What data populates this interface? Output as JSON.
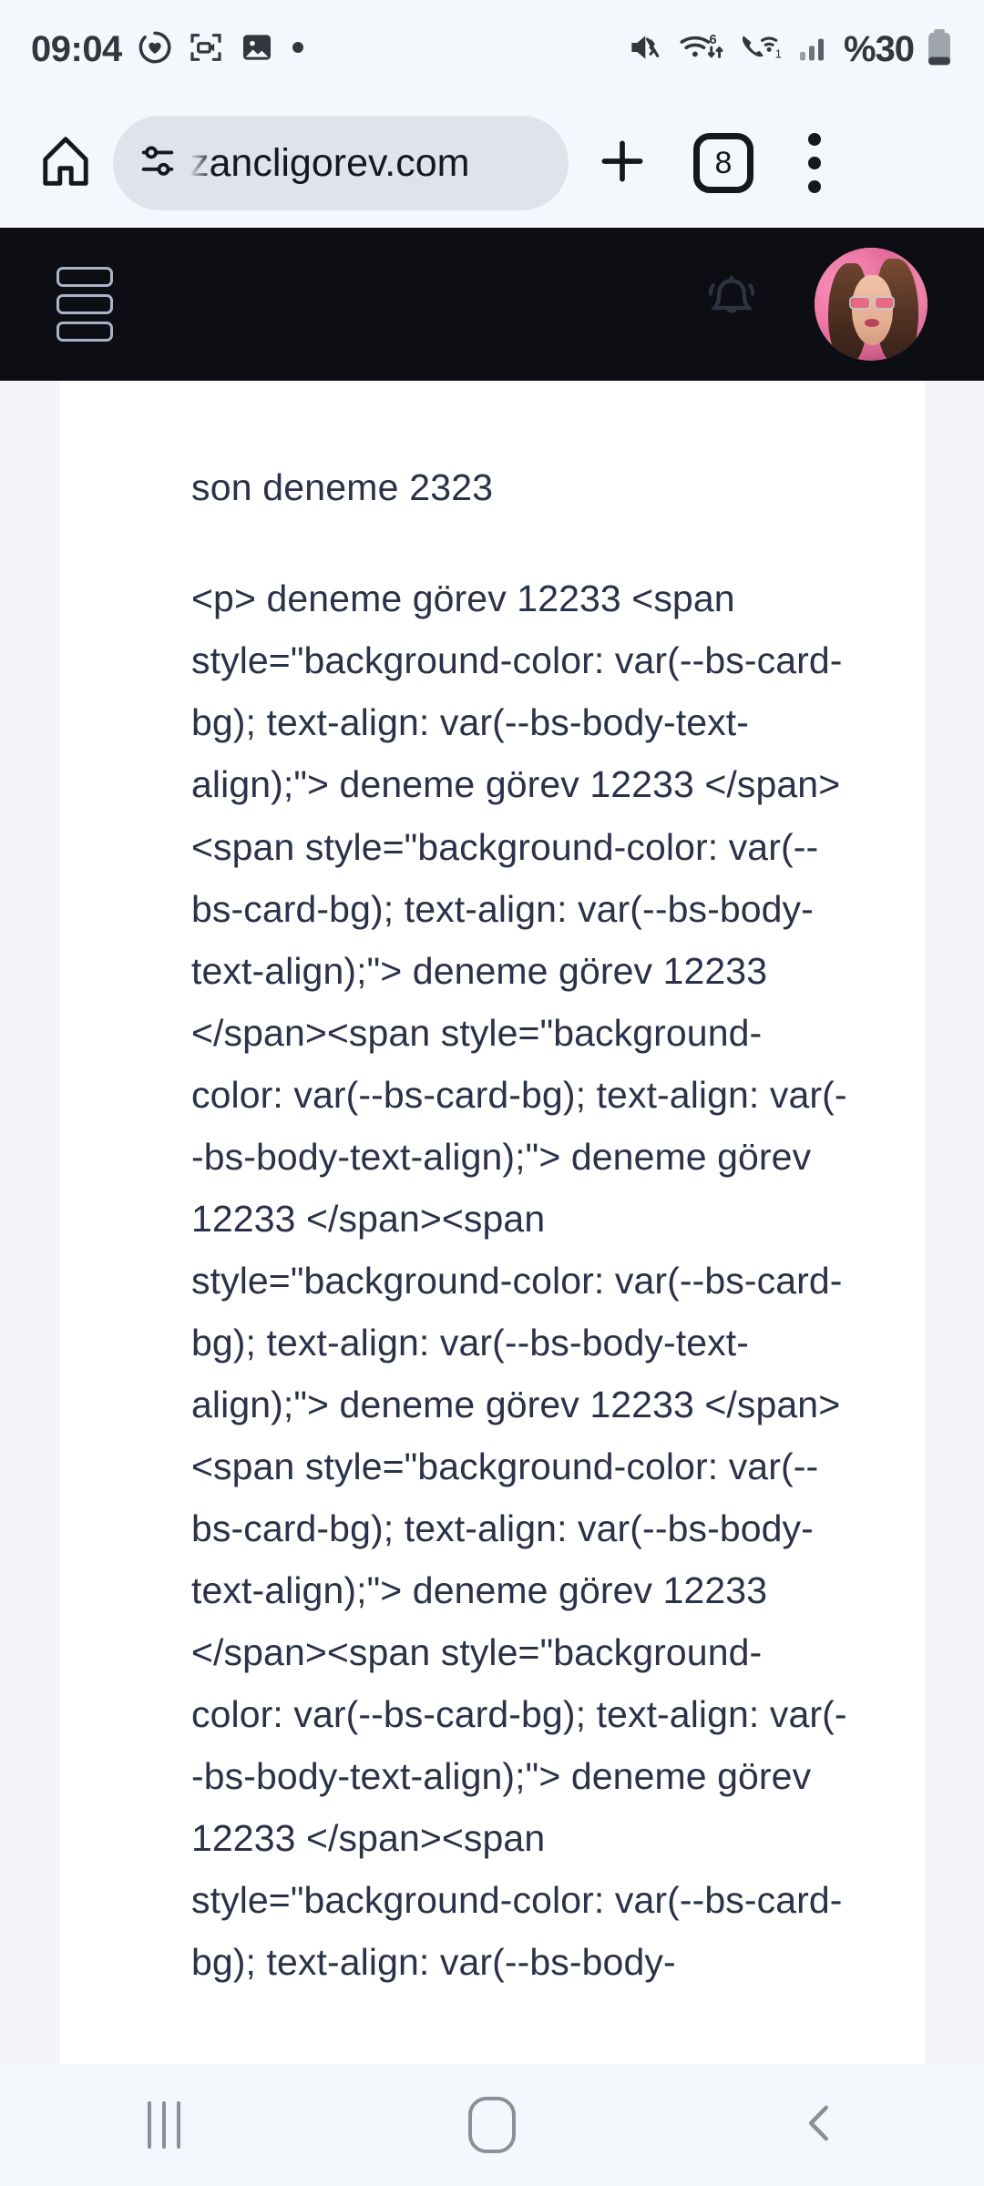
{
  "statusbar": {
    "clock": "09:04",
    "battery_percent": "%30",
    "left_icons": [
      "health-heart-icon",
      "screen-record-icon",
      "gallery-image-icon",
      "dot-indicator-icon"
    ],
    "right_icons": [
      "mute-vibrate-icon",
      "wifi-6-icon",
      "wifi-calling-icon",
      "signal-bars-icon",
      "battery-icon"
    ],
    "wifi_label": "6",
    "call_label": "1"
  },
  "browser": {
    "url": "zancligorev.com",
    "tab_count": "8",
    "home_icon": "home-icon",
    "site_settings_icon": "tune-sliders-icon",
    "new_tab_icon": "plus-icon",
    "overflow_icon": "three-dot-menu-icon"
  },
  "app_header": {
    "menu_icon": "hamburger-menu-icon",
    "notification_icon": "bell-icon",
    "avatar_icon": "user-avatar"
  },
  "content": {
    "title": "son deneme 2323",
    "body": "<p> deneme görev 12233 <span style=\"background-color: var(--bs-card-bg); text-align: var(--bs-body-text-align);\"> deneme görev 12233 </span><span style=\"background-color: var(--bs-card-bg); text-align: var(--bs-body-text-align);\"> deneme görev 12233 </span><span style=\"background-color: var(--bs-card-bg); text-align: var(--bs-body-text-align);\"> deneme görev 12233 </span><span style=\"background-color: var(--bs-card-bg); text-align: var(--bs-body-text-align);\"> deneme görev 12233 </span><span style=\"background-color: var(--bs-card-bg); text-align: var(--bs-body-text-align);\"> deneme görev 12233 </span><span style=\"background-color: var(--bs-card-bg); text-align: var(--bs-body-text-align);\"> deneme görev 12233 </span><span style=\"background-color: var(--bs-card-bg); text-align: var(--bs-body-"
  },
  "navbar": {
    "recents_icon": "recents-icon",
    "home_icon": "home-nav-icon",
    "back_icon": "back-chevron-icon"
  },
  "colors": {
    "chrome_bg": "#f4f7fc",
    "app_header_bg": "#0c0e13",
    "page_bg": "#f3f5f9",
    "card_bg": "#ffffff",
    "text": "#2b3148",
    "icon_muted": "#a9b4c9"
  }
}
